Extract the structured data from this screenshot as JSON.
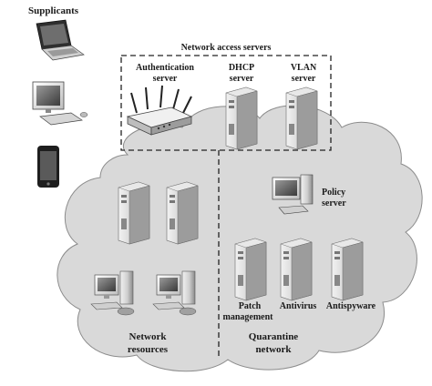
{
  "supplicants": {
    "title": "Supplicants"
  },
  "nas": {
    "title": "Network access servers",
    "auth": [
      "Authentication",
      "server"
    ],
    "dhcp": [
      "DHCP",
      "server"
    ],
    "vlan": [
      "VLAN",
      "server"
    ]
  },
  "policy": [
    "Policy",
    "server"
  ],
  "quarantine": {
    "title": [
      "Quarantine",
      "network"
    ],
    "patch": [
      "Patch",
      "management"
    ],
    "antivirus": "Antivirus",
    "antispyware": "Antispyware"
  },
  "resources": {
    "title": [
      "Network",
      "resources"
    ]
  },
  "icons": {
    "laptop": "laptop-icon",
    "desktop": "desktop-computer-icon",
    "phone": "smartphone-icon",
    "router": "wireless-router-icon",
    "server": "tower-server-icon",
    "workstation": "workstation-icon"
  },
  "colors": {
    "cloud": "#d9d9d9",
    "cloud_edge": "#8c8c8c",
    "line": "#222222"
  }
}
